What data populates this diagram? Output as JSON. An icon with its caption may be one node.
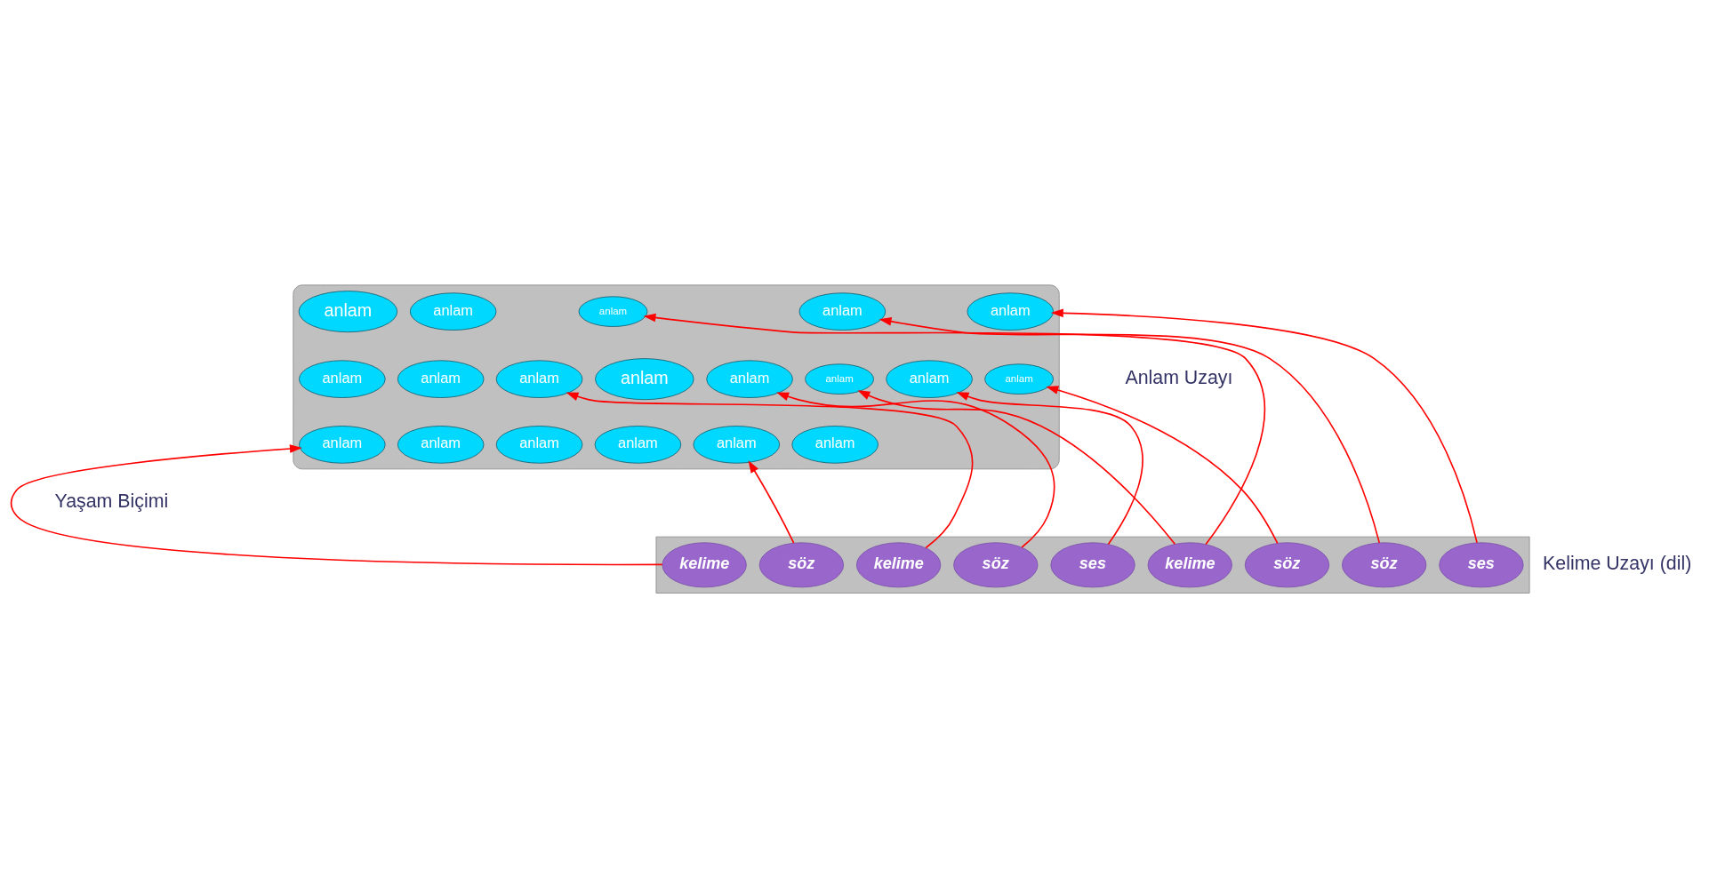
{
  "diagram": {
    "nodes": [
      {
        "text": [],
        "shape": "cloud"
      },
      {
        "text": [
          "anlam"
        ],
        "in": 0
      },
      {
        "text": [
          "anlam"
        ],
        "in": 0
      },
      {
        "text": [
          "anlam"
        ],
        "in": 0
      },
      {
        "text": [
          "anlam"
        ],
        "in": 0
      },
      {
        "text": [
          "anlam"
        ],
        "in": 0
      },
      {
        "text": [
          "anlam"
        ],
        "in": 0
      },
      {
        "text": [
          "anlam"
        ],
        "in": 0
      },
      {
        "text": [
          "anlam"
        ],
        "in": 0
      },
      {
        "text": [
          "anlam"
        ],
        "in": 0
      },
      {
        "text": [
          "anlam"
        ],
        "in": 0
      },
      {
        "text": [
          "anlam"
        ],
        "in": 0
      },
      {
        "text": [
          "anlam"
        ],
        "in": 0
      },
      {
        "text": [
          "anlam"
        ],
        "in": 0
      },
      {
        "text": [
          "anlam"
        ],
        "in": 0
      },
      {
        "text": [
          "anlam"
        ],
        "in": 0
      },
      {
        "text": [
          "anlam"
        ],
        "in": 0
      },
      {
        "text": [
          "anlam"
        ],
        "in": 0
      },
      {
        "text": [
          "anlam"
        ],
        "in": 0
      },
      {
        "text": [
          "anlam"
        ],
        "in": 0
      },
      {
        "text": [],
        "shape": "box"
      },
      {
        "text": [
          "söz"
        ],
        "in": 20
      },
      {
        "text": [
          "kelime"
        ],
        "in": 20
      },
      {
        "text": [
          "ses"
        ],
        "in": 20
      },
      {
        "text": [
          "söz"
        ],
        "in": 20
      },
      {
        "text": [
          "söz"
        ],
        "in": 20
      },
      {
        "text": [
          "kelime"
        ],
        "in": 20
      },
      {
        "text": [
          "ses"
        ],
        "in": 20
      },
      {
        "text": [
          "söz"
        ],
        "in": 20
      },
      {
        "text": [
          "kelime"
        ],
        "in": 20
      }
    ],
    "edges": [
      {
        "from": 22,
        "to": 10,
        "arrow": "to"
      },
      {
        "from": 21,
        "to": 14,
        "arrow": "to"
      },
      {
        "from": 23,
        "to": 1,
        "arrow": "to"
      },
      {
        "from": 24,
        "to": 11,
        "arrow": "to"
      },
      {
        "from": 25,
        "to": 2,
        "arrow": "to"
      },
      {
        "from": 26,
        "to": 3,
        "arrow": "to"
      },
      {
        "from": 26,
        "to": 7,
        "arrow": "to"
      },
      {
        "from": 27,
        "to": 12,
        "arrow": "to"
      },
      {
        "from": 28,
        "to": 8,
        "arrow": "to"
      },
      {
        "from": 29,
        "to": 19,
        "arrow": "to"
      }
    ],
    "labels": [
      "Anlam Uzayı",
      "Yaşam Biçimi",
      "Kelime Uzayı (dil)"
    ]
  }
}
